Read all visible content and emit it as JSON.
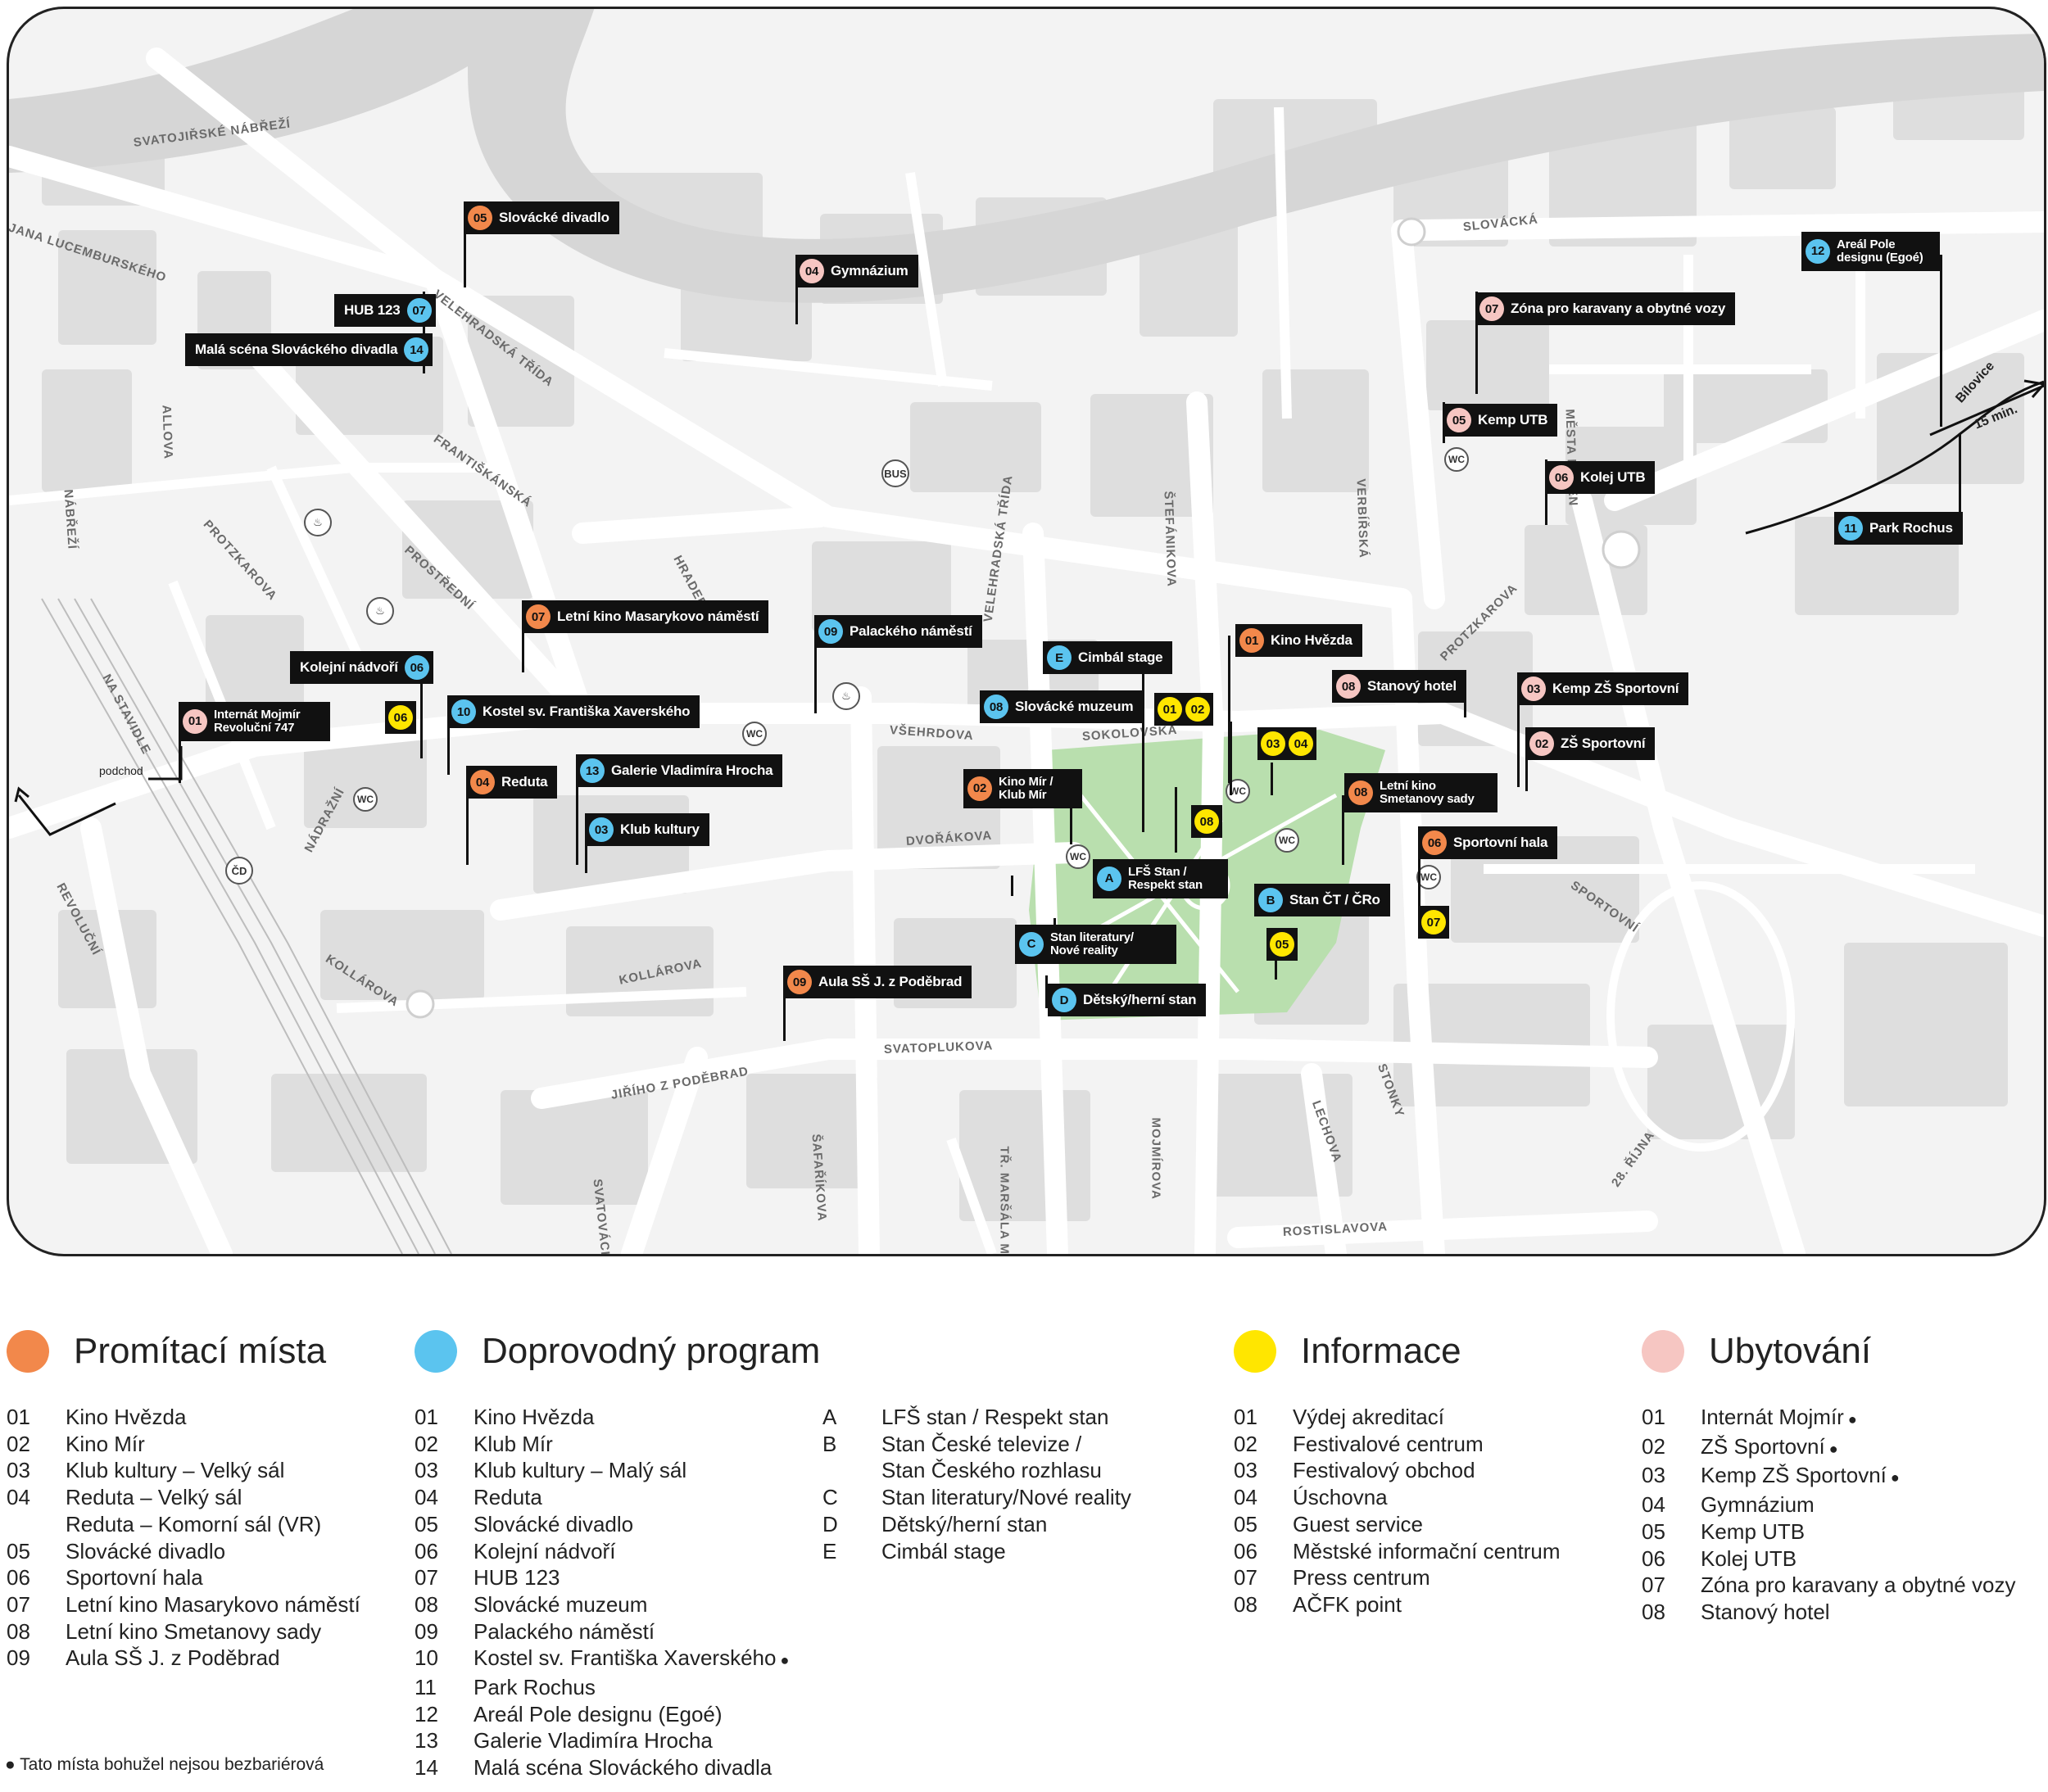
{
  "colors": {
    "promitaci": "#f2884b",
    "doprovodny": "#5bc4ef",
    "informace": "#ffe600",
    "ubytovani": "#f6c6c2",
    "river": "#d9d9d9",
    "park": "#b9dfae",
    "flag": "#111111"
  },
  "streets": [
    "SVATOJIŘSKÉ NÁBŘEŽÍ",
    "JANA LUCEMBURSKÉHO",
    "VELEHRADSKÁ TŘÍDA",
    "FRANTIŠKÁNSKÁ",
    "PROTZKAROVA",
    "PROSTŘEDNÍ",
    "HRADEBNÍ",
    "NA STAVIDLE",
    "NÁBŘEŽÍ",
    "NÁDRAŽNÍ",
    "REVOLUČNÍ",
    "KOLLÁROVA",
    "VŠEHRDOVA",
    "SOKOLOVSKÁ",
    "DVOŘÁKOVA",
    "SVATOPLUKOVA",
    "JIŘÍHO Z PODĚBRAD",
    "ŠAFAŘÍKOVA",
    "SVATOVÁCLAVSKÁ",
    "TŘ. MARŠÁLA MALINOVSKÉHO",
    "MOJMÍROVA",
    "LECHOVA",
    "STONKY",
    "ROSTISLAVOVA",
    "28. ŘÍJNA",
    "SPORTOVNÍ",
    "ŠTEFÁNIKOVA",
    "VERBÍŘSKÁ",
    "MĚSTA MAYEN",
    "SLOVÁCKÁ",
    "VELEHRADSKÁ TŘÍDA",
    "ALLOVA",
    "HRADEBNÍ"
  ],
  "map_pois": {
    "bus": "BUS",
    "wc": "WC",
    "cd": "ČD",
    "podchod": "podchod",
    "route_town": "Bílovice",
    "route_time": "15 min."
  },
  "flags": [
    {
      "num": "05",
      "color": "orange",
      "label": "Slovácké divadlo"
    },
    {
      "num": "04",
      "color": "pink",
      "label": "Gymnázium"
    },
    {
      "num": "07",
      "color": "blue",
      "label": "HUB 123"
    },
    {
      "num": "14",
      "color": "blue",
      "label": "Malá scéna Slováckého divadla"
    },
    {
      "num": "07",
      "color": "pink",
      "label": "Zóna pro karavany a obytné vozy"
    },
    {
      "num": "12",
      "color": "blue",
      "label": "Areál Pole designu (Egoé)"
    },
    {
      "num": "05",
      "color": "pink",
      "label": "Kemp UTB"
    },
    {
      "num": "06",
      "color": "pink",
      "label": "Kolej UTB"
    },
    {
      "num": "11",
      "color": "blue",
      "label": "Park Rochus"
    },
    {
      "num": "07",
      "color": "orange",
      "label": "Letní kino Masarykovo náměstí"
    },
    {
      "num": "09",
      "color": "blue",
      "label": "Palackého náměstí"
    },
    {
      "num": "06",
      "color": "blue",
      "label": "Kolejní nádvoří"
    },
    {
      "num": "01",
      "color": "pink",
      "label": "Internát Mojmír Revoluční 747"
    },
    {
      "num": "10",
      "color": "blue",
      "label": "Kostel sv. Františka Xaverského"
    },
    {
      "num": "13",
      "color": "blue",
      "label": "Galerie Vladimíra Hrocha"
    },
    {
      "num": "04",
      "color": "orange",
      "label": "Reduta"
    },
    {
      "num": "03",
      "color": "blue",
      "label": "Klub kultury"
    },
    {
      "num": "E",
      "color": "blue",
      "label": "Cimbál stage"
    },
    {
      "num": "08",
      "color": "blue",
      "label": "Slovácké muzeum"
    },
    {
      "num": "01",
      "color": "orange",
      "label": "Kino Hvězda"
    },
    {
      "num": "08",
      "color": "pink",
      "label": "Stanový hotel"
    },
    {
      "num": "03",
      "color": "pink",
      "label": "Kemp ZŠ Sportovní"
    },
    {
      "num": "02",
      "color": "pink",
      "label": "ZŠ Sportovní"
    },
    {
      "num": "02",
      "color": "orange",
      "label": "Kino Mír / Klub Mír"
    },
    {
      "num": "08",
      "color": "orange",
      "label": "Letní kino Smetanovy sady"
    },
    {
      "num": "06",
      "color": "orange",
      "label": "Sportovní hala"
    },
    {
      "num": "A",
      "color": "blue",
      "label": "LFŠ Stan / Respekt stan"
    },
    {
      "num": "B",
      "color": "blue",
      "label": "Stan ČT / ČRo"
    },
    {
      "num": "C",
      "color": "blue",
      "label": "Stan literatury/ Nové reality"
    },
    {
      "num": "D",
      "color": "blue",
      "label": "Dětský/herní stan"
    },
    {
      "num": "09",
      "color": "orange",
      "label": "Aula SŠ J. z Poděbrad"
    }
  ],
  "yellow_markers": [
    "06",
    "01",
    "02",
    "03",
    "04",
    "08",
    "05",
    "07"
  ],
  "legend": {
    "promitaci": {
      "title": "Promítací místa",
      "items": [
        {
          "num": "01",
          "text": "Kino Hvězda"
        },
        {
          "num": "02",
          "text": "Kino Mír"
        },
        {
          "num": "03",
          "text": "Klub kultury – Velký sál"
        },
        {
          "num": "04",
          "text": "Reduta – Velký sál"
        },
        {
          "num": "",
          "text": "Reduta – Komorní sál (VR)"
        },
        {
          "num": "05",
          "text": "Slovácké divadlo"
        },
        {
          "num": "06",
          "text": "Sportovní hala"
        },
        {
          "num": "07",
          "text": "Letní kino Masarykovo náměstí"
        },
        {
          "num": "08",
          "text": "Letní kino Smetanovy sady"
        },
        {
          "num": "09",
          "text": "Aula SŠ J. z Poděbrad"
        }
      ]
    },
    "doprovodny": {
      "title": "Doprovodný program",
      "items": [
        {
          "num": "01",
          "text": "Kino Hvězda"
        },
        {
          "num": "02",
          "text": "Klub Mír"
        },
        {
          "num": "03",
          "text": "Klub kultury – Malý sál"
        },
        {
          "num": "04",
          "text": "Reduta"
        },
        {
          "num": "05",
          "text": "Slovácké divadlo"
        },
        {
          "num": "06",
          "text": "Kolejní nádvoří"
        },
        {
          "num": "07",
          "text": "HUB 123"
        },
        {
          "num": "08",
          "text": "Slovácké muzeum"
        },
        {
          "num": "09",
          "text": "Palackého náměstí"
        },
        {
          "num": "10",
          "text": "Kostel sv. Františka Xaverského",
          "bullet": true
        },
        {
          "num": "11",
          "text": "Park Rochus"
        },
        {
          "num": "12",
          "text": "Areál Pole designu (Egoé)"
        },
        {
          "num": "13",
          "text": "Galerie Vladimíra Hrocha"
        },
        {
          "num": "14",
          "text": "Malá scéna Slováckého divadla"
        }
      ],
      "letters": [
        {
          "num": "A",
          "text": "LFŠ stan / Respekt stan"
        },
        {
          "num": "B",
          "text": "Stan České televize /"
        },
        {
          "num": "",
          "text": "Stan Českého rozhlasu"
        },
        {
          "num": "C",
          "text": "Stan literatury/Nové reality"
        },
        {
          "num": "D",
          "text": "Dětský/herní stan"
        },
        {
          "num": "E",
          "text": "Cimbál stage"
        }
      ]
    },
    "informace": {
      "title": "Informace",
      "items": [
        {
          "num": "01",
          "text": "Výdej akreditací"
        },
        {
          "num": "02",
          "text": "Festivalové centrum"
        },
        {
          "num": "03",
          "text": "Festivalový obchod"
        },
        {
          "num": "04",
          "text": "Úschovna"
        },
        {
          "num": "05",
          "text": "Guest service"
        },
        {
          "num": "06",
          "text": "Městské informační centrum"
        },
        {
          "num": "07",
          "text": "Press centrum"
        },
        {
          "num": "08",
          "text": "AČFK point"
        }
      ]
    },
    "ubytovani": {
      "title": "Ubytování",
      "items": [
        {
          "num": "01",
          "text": "Internát Mojmír",
          "bullet": true
        },
        {
          "num": "02",
          "text": "ZŠ Sportovní",
          "bullet": true
        },
        {
          "num": "03",
          "text": "Kemp ZŠ Sportovní",
          "bullet": true
        },
        {
          "num": "04",
          "text": "Gymnázium"
        },
        {
          "num": "05",
          "text": "Kemp UTB"
        },
        {
          "num": "06",
          "text": "Kolej UTB"
        },
        {
          "num": "07",
          "text": "Zóna pro karavany a obytné vozy"
        },
        {
          "num": "08",
          "text": "Stanový hotel"
        }
      ]
    },
    "footnote": "Tato místa bohužel nejsou bezbariérová"
  }
}
